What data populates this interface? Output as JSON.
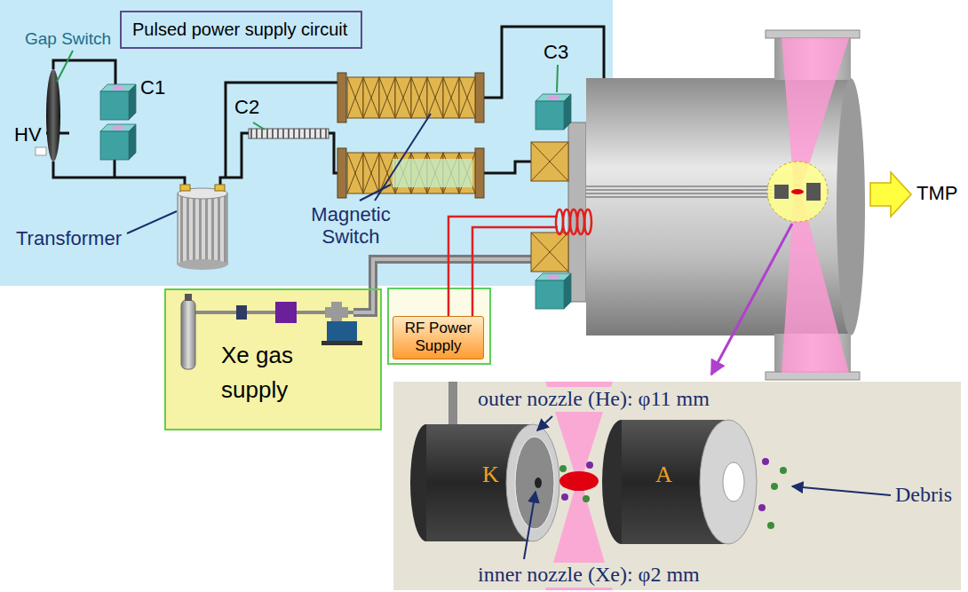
{
  "diagram": {
    "nodes": [
      {
        "text": [
          "Pulsed power supply circuit"
        ]
      },
      {
        "text": [
          "Xe gas supply"
        ]
      },
      {
        "text": [
          "RF Power Supply"
        ]
      }
    ],
    "labels": [
      "Gap Switch",
      "HV",
      "C1",
      "C2",
      "C3",
      "Magnetic Switch",
      "Transformer",
      "TMP",
      "outer nozzle (He): φ11 mm",
      "K",
      "A",
      "Debris",
      "inner nozzle (Xe): φ2 mm"
    ]
  }
}
